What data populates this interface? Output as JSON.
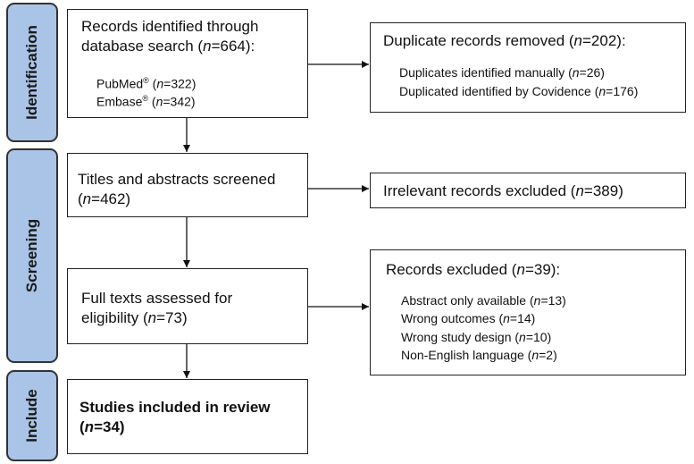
{
  "stages": {
    "identification": "Identification",
    "screening": "Screening",
    "include": "Include"
  },
  "records_identified": {
    "line1": "Records identified through",
    "line2_pre": "database search (",
    "n": "n",
    "line2_val": "=664):",
    "pubmed_label": "PubMed",
    "pubmed_sup": "®",
    "pubmed_val": " (n=322)",
    "embase_label": "Embase",
    "embase_sup": "®",
    "embase_val": " (n=342)"
  },
  "duplicates": {
    "title_pre": "Duplicate records removed (",
    "title_val": "=202):",
    "manual": "Duplicates identified manually (n=26)",
    "covidence": "Duplicated identified by Covidence (n=176)"
  },
  "titles_screened": {
    "line1": "Titles and abstracts screened",
    "line2_val": "=462)"
  },
  "irrelevant": {
    "title_pre": "Irrelevant records excluded (",
    "title_val": "=389)"
  },
  "full_texts": {
    "line1": "Full texts assessed for",
    "line2_pre": "eligibility (",
    "line2_val": "=73)"
  },
  "excluded": {
    "title_pre": "Records excluded (",
    "title_val": "=39):",
    "reasons": [
      "Abstract only available (n=13)",
      "Wrong outcomes (n=14)",
      "Wrong study design (n=10)",
      "Non-English language (n=2)"
    ]
  },
  "included": {
    "line1": "Studies included in review",
    "line2_val": "=34)"
  }
}
